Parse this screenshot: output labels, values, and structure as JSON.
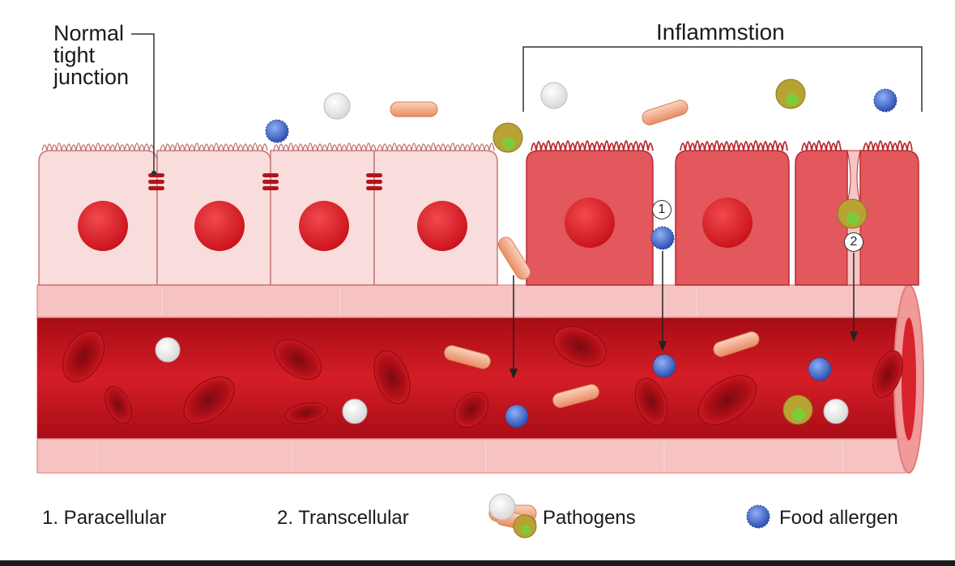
{
  "labels": {
    "normal_tight_junction": [
      "Normal",
      "tight",
      "junction"
    ],
    "inflammation": "Inflammstion",
    "marker_1": "1",
    "marker_2": "2"
  },
  "legend": {
    "paracellular": "1. Paracellular",
    "transcellular": "2. Transcellular",
    "pathogens": "Pathogens",
    "food_allergen": "Food allergen"
  },
  "colors": {
    "normal_cell": "#f9dcdc",
    "inflamed_cell": "#e2585c",
    "nucleus": "#d91a22",
    "vessel_wall": "#f3b3b3",
    "vessel_lumen": "#c1121c",
    "red_blood_cell": "#a80d16",
    "bacteria": "#f4a582",
    "allergen": "#3b5fc4",
    "white_particle": "#f5f5f5",
    "pathogen_yellow": "#b8a233",
    "pathogen_green": "#7ccc3a"
  }
}
